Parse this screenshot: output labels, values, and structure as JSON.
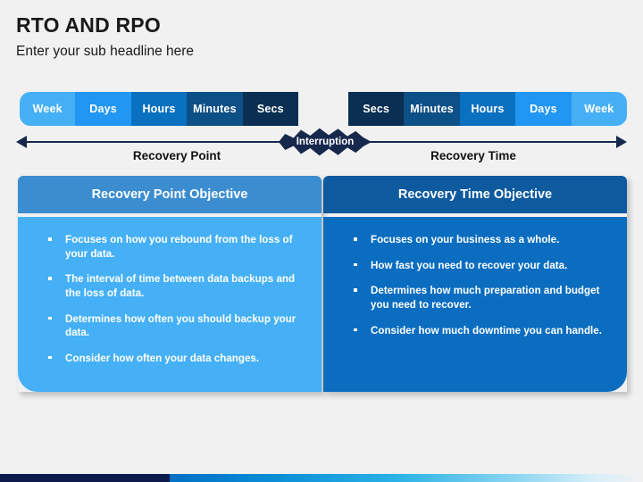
{
  "header": {
    "title": "RTO AND RPO",
    "subtitle": "Enter your sub headline here"
  },
  "timeline": {
    "left": {
      "segments": [
        {
          "label": "Week",
          "color": "#45b0f5"
        },
        {
          "label": "Days",
          "color": "#2196f3"
        },
        {
          "label": "Hours",
          "color": "#0a71c0"
        },
        {
          "label": "Minutes",
          "color": "#0d4f87"
        },
        {
          "label": "Secs",
          "color": "#0a2f52"
        }
      ],
      "axis_label": "Recovery Point",
      "arrow_direction": "left"
    },
    "right": {
      "segments": [
        {
          "label": "Secs",
          "color": "#0a2f52"
        },
        {
          "label": "Minutes",
          "color": "#0d4f87"
        },
        {
          "label": "Hours",
          "color": "#0a71c0"
        },
        {
          "label": "Days",
          "color": "#2196f3"
        },
        {
          "label": "Week",
          "color": "#45b0f5"
        }
      ],
      "axis_label": "Recovery Time",
      "arrow_direction": "right"
    },
    "interruption_label": "Interruption"
  },
  "panels": [
    {
      "heading": "Recovery Point Objective",
      "header_color": "#3b8dd0",
      "body_color": "#45b0f5",
      "bullets": [
        "Focuses on how you rebound from the loss of your data.",
        "The interval of time between data backups and the loss of data.",
        "Determines how often you should backup your data.",
        "Consider how often your data changes."
      ]
    },
    {
      "heading": "Recovery Time Objective",
      "header_color": "#0d5a9e",
      "body_color": "#0a6dc0",
      "bullets": [
        "Focuses on your business as a whole.",
        "How fast you need to recover your data.",
        "Determines how much preparation and budget you need to recover.",
        "Consider how much downtime you can handle."
      ]
    }
  ],
  "footer": {
    "navy_color": "#0d1b4c",
    "gradient_from": "#0170c5",
    "gradient_to": "#d9eff9"
  }
}
